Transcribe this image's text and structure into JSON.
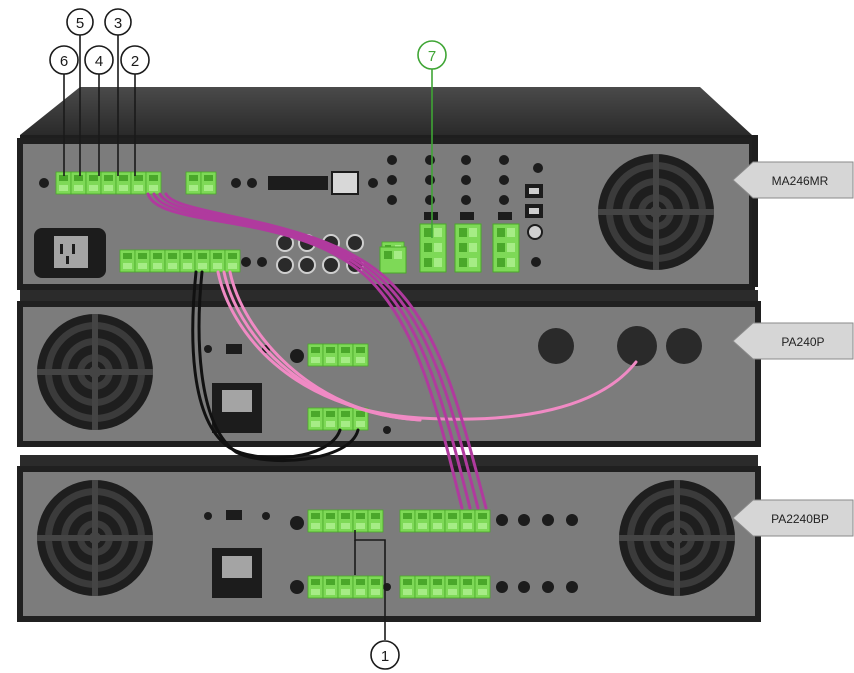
{
  "devices": [
    {
      "id": "ma246mr",
      "label": "MA246MR"
    },
    {
      "id": "pa240p",
      "label": "PA240P"
    },
    {
      "id": "pa2240bp",
      "label": "PA2240BP"
    }
  ],
  "callouts": [
    {
      "id": "c6",
      "text": "6"
    },
    {
      "id": "c5",
      "text": "5"
    },
    {
      "id": "c4",
      "text": "4"
    },
    {
      "id": "c3",
      "text": "3"
    },
    {
      "id": "c2",
      "text": "2"
    },
    {
      "id": "c7",
      "text": "7"
    },
    {
      "id": "c1",
      "text": "1"
    }
  ],
  "colors": {
    "chassis": "#7c7c7c",
    "chassis_dark": "#2b2b2b",
    "terminal_green": "#7ed957",
    "cable_magenta": "#b03a9e",
    "cable_pink": "#f08ac4",
    "cable_black": "#111111",
    "callout_green": "#3fa535"
  }
}
